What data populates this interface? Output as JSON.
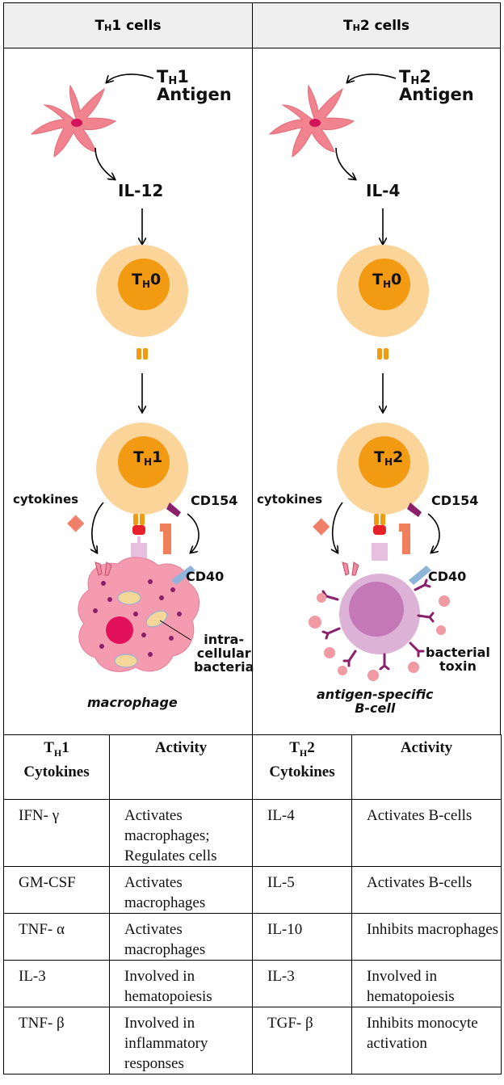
{
  "headers": {
    "left": {
      "main": "T",
      "sub": "H",
      "rest": "1 cells"
    },
    "right": {
      "main": "T",
      "sub": "H",
      "rest": "2 cells"
    }
  },
  "left_panel": {
    "antigen_main": "T",
    "antigen_sub": "H",
    "antigen_num": "1",
    "antigen_word": "Antigen",
    "interleukin": "IL-12",
    "naive_main": "T",
    "naive_sub": "H",
    "naive_num": "0",
    "effector_main": "T",
    "effector_sub": "H",
    "effector_num": "1",
    "cytokines": "cytokines",
    "cd154": "CD154",
    "cd40": "CD40",
    "bacteria_label": "intra-\ncellular\nbacteria",
    "target_cell": "macrophage"
  },
  "right_panel": {
    "antigen_main": "T",
    "antigen_sub": "H",
    "antigen_num": "2",
    "antigen_word": "Antigen",
    "interleukin": "IL-4",
    "naive_main": "T",
    "naive_sub": "H",
    "naive_num": "0",
    "effector_main": "T",
    "effector_sub": "H",
    "effector_num": "2",
    "cytokines": "cytokines",
    "cd154": "CD154",
    "cd40": "CD40",
    "toxin_label": "bacterial\ntoxin",
    "target_cell": "antigen-specific\nB-cell"
  },
  "table": {
    "col_headers": [
      {
        "main": "T",
        "sub": "H",
        "rest": "1",
        "line2": "Cytokines"
      },
      {
        "text": "Activity"
      },
      {
        "main": "T",
        "sub": "H",
        "rest": "2",
        "line2": "Cytokines"
      },
      {
        "text": "Activity"
      }
    ],
    "rows": [
      [
        "IFN- γ",
        "Activates macrophages; Regulates cells",
        "IL-4",
        "Activates B-cells"
      ],
      [
        "GM-CSF",
        "Activates macrophages",
        "IL-5",
        "Activates B-cells"
      ],
      [
        "TNF- α",
        "Activates macrophages",
        "IL-10",
        "Inhibits macrophages"
      ],
      [
        "IL-3",
        "Involved in hematopoiesis",
        "IL-3",
        "Involved in hematopoiesis"
      ],
      [
        "TNF- β",
        "Involved in inflammatory responses",
        "TGF- β",
        "Inhibits monocyte activation"
      ]
    ]
  },
  "colors": {
    "dendritic": "#f0838e",
    "cell_outer": "#fbd49a",
    "cell_nucleus": "#f39a13",
    "macrophage": "#f59bb0",
    "bcell": "#dcb3d6",
    "receptor_purple": "#8a1f6a",
    "receptor_blue": "#8fb4d9",
    "toxin": "#f09aa4"
  }
}
